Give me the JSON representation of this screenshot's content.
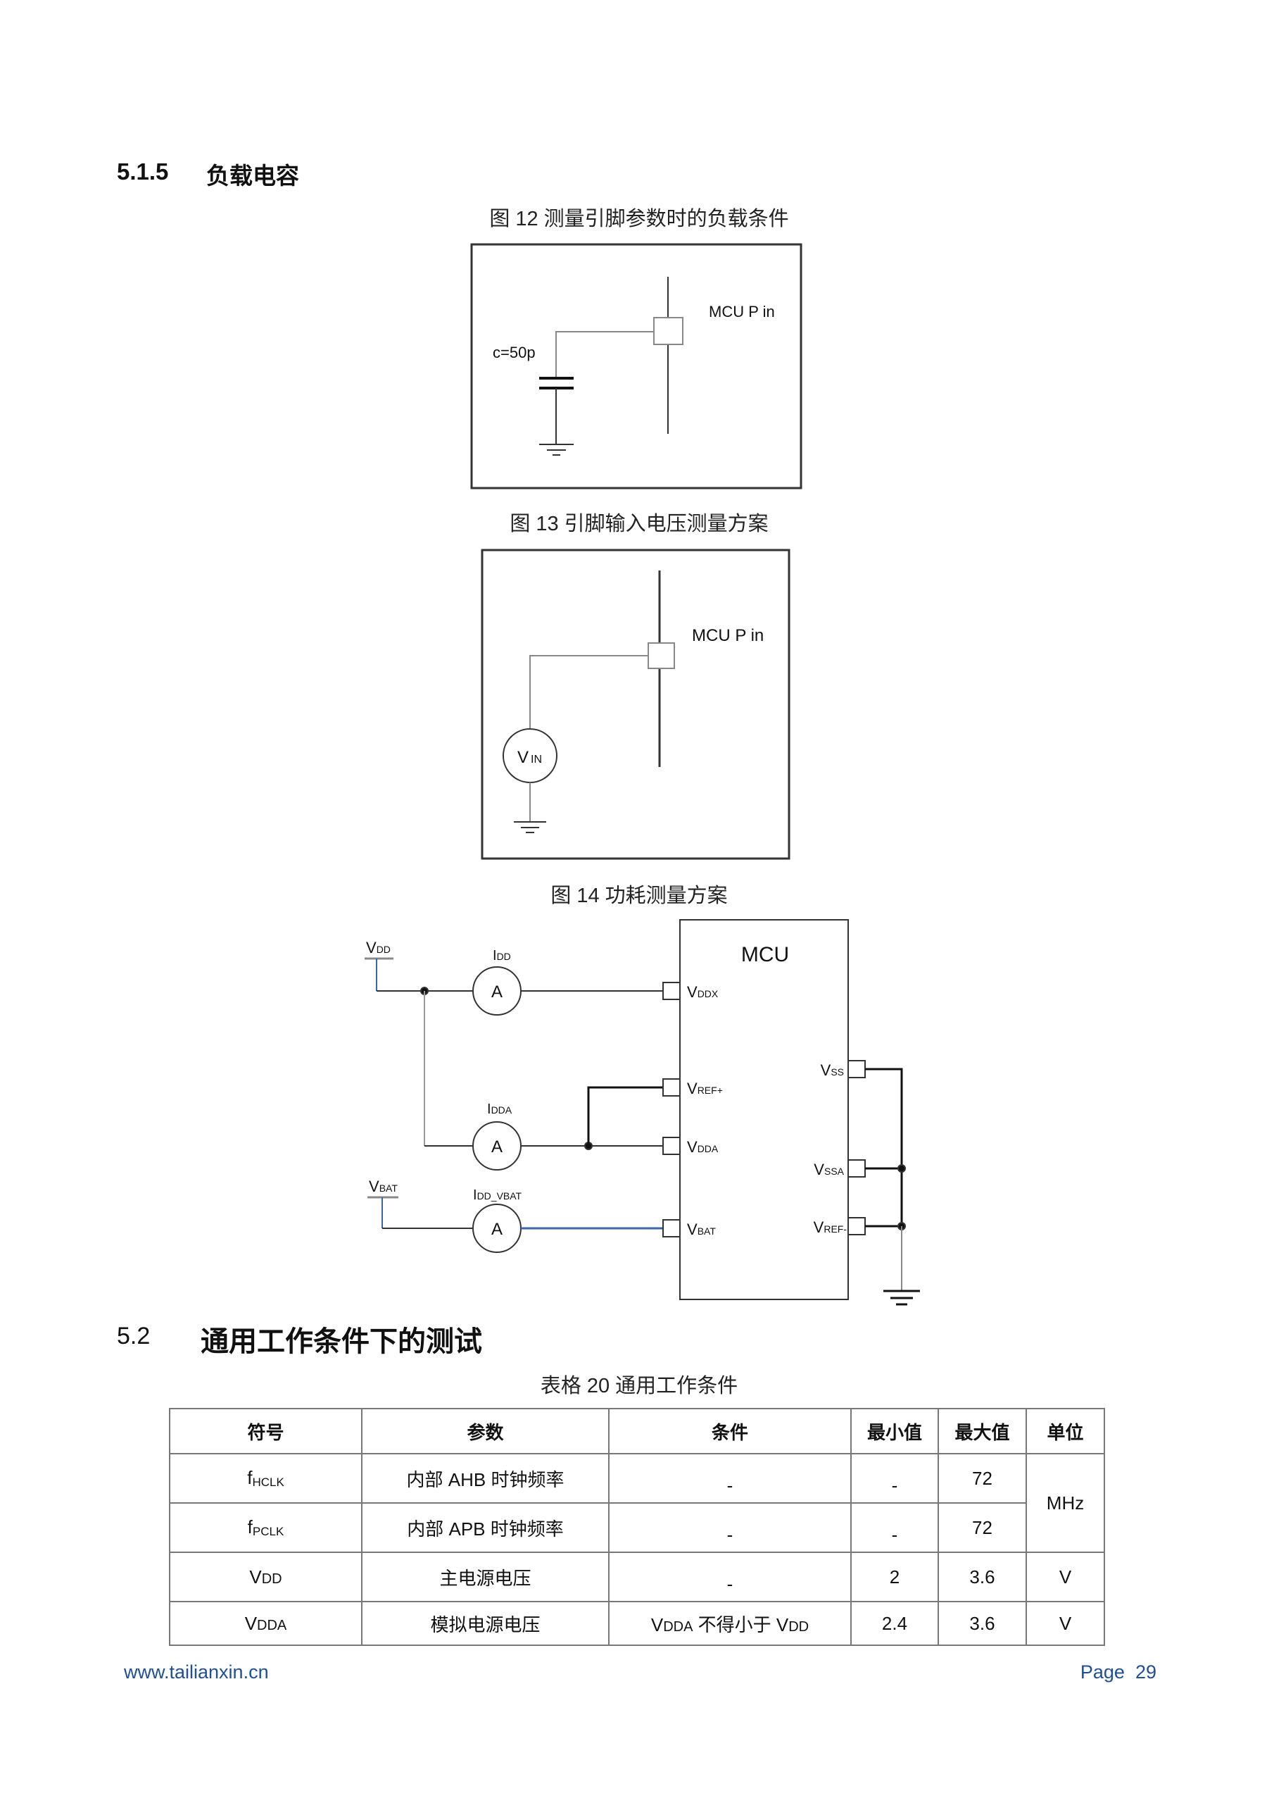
{
  "section_515": {
    "number": "5.1.5",
    "title": "负载电容"
  },
  "fig12": {
    "caption": "图 12 测量引脚参数时的负载条件",
    "cap_label": "c=50p",
    "pin_label": "MCU P in"
  },
  "fig13": {
    "caption": "图  13 引脚输入电压测量方案",
    "pin_label": "MCU P in",
    "source_main": "V",
    "source_sub": "IN"
  },
  "fig14": {
    "caption": "图  14 功耗测量方案",
    "mcu_label": "MCU",
    "ammeter": "A",
    "vdd": {
      "main": "V",
      "sub": "DD"
    },
    "vbat": {
      "main": "V",
      "sub": "BAT"
    },
    "idd": {
      "main": "I",
      "sub": "DD"
    },
    "idda": {
      "main": "I",
      "sub": "DDA"
    },
    "idd_vbat": {
      "main": "I",
      "sub": "DD_VBAT"
    },
    "pins_left": [
      {
        "main": "V",
        "sub": "DDX"
      },
      {
        "main": "V",
        "sub": "REF+"
      },
      {
        "main": "V",
        "sub": "DDA"
      },
      {
        "main": "V",
        "sub": "BAT"
      }
    ],
    "pins_right": [
      {
        "main": "V",
        "sub": "SS"
      },
      {
        "main": "V",
        "sub": "SSA"
      },
      {
        "main": "V",
        "sub": "REF-"
      }
    ],
    "wire_accent": "#3a66a8"
  },
  "section_52": {
    "number": "5.2",
    "title": "通用工作条件下的测试"
  },
  "table20": {
    "caption": "表格  20 通用工作条件",
    "headers": [
      "符号",
      "参数",
      "条件",
      "最小值",
      "最大值",
      "单位"
    ],
    "rows": [
      {
        "sym_main": "f",
        "sym_sub": "HCLK",
        "param": "内部 AHB 时钟频率",
        "cond": "-",
        "min": "-",
        "max": "72",
        "unit": "MHz"
      },
      {
        "sym_main": "f",
        "sym_sub": "PCLK",
        "param": "内部 APB 时钟频率",
        "cond": "-",
        "min": "-",
        "max": "72"
      },
      {
        "sym_main": "V",
        "sym_sub": "DD",
        "param": "主电源电压",
        "cond": "-",
        "min": "2",
        "max": "3.6",
        "unit": "V"
      },
      {
        "sym_main": "V",
        "sym_sub": "DDA",
        "param": "模拟电源电压",
        "cond_a": "V",
        "cond_a_sub": "DDA",
        "cond_b": " 不得小于 ",
        "cond_c": "V",
        "cond_c_sub": "DD",
        "min": "2.4",
        "max": "3.6",
        "unit": "V"
      }
    ]
  },
  "footer": {
    "website": "www.tailianxin.cn",
    "page_label": "Page",
    "page_number": "29"
  }
}
